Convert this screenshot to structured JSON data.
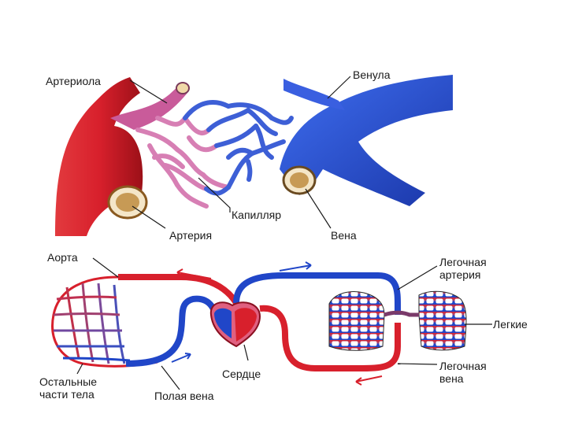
{
  "top_panel": {
    "arteriole": "Артериола",
    "venule": "Венула",
    "capillary": "Капилляр",
    "artery": "Артерия",
    "vein": "Вена"
  },
  "bottom_panel": {
    "aorta": "Аорта",
    "pulmonary_artery_line1": "Легочная",
    "pulmonary_artery_line2": "артерия",
    "lungs": "Легкие",
    "pulmonary_vein_line1": "Легочная",
    "pulmonary_vein_line2": "вена",
    "heart": "Сердце",
    "vena_cava": "Полая вена",
    "rest_of_body_line1": "Остальные",
    "rest_of_body_line2": "части тела"
  },
  "colors": {
    "artery_red": "#d8202c",
    "vein_blue": "#2046c8",
    "capillary_pink": "#d77fb4",
    "vessel_lumen": "#b88a4a"
  }
}
